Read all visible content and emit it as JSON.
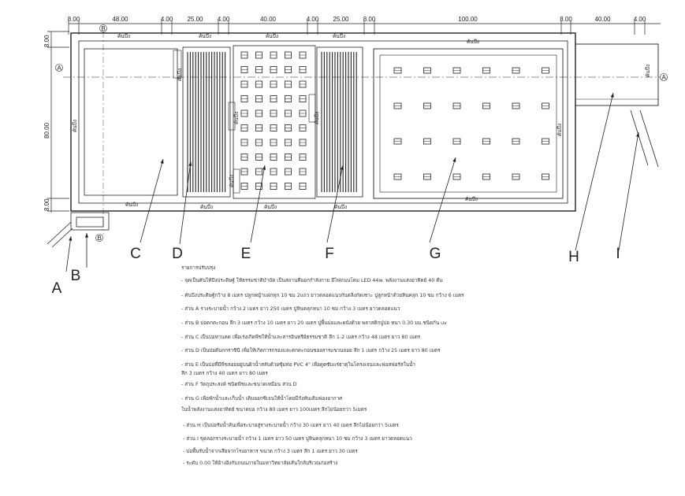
{
  "dimensions": {
    "top": [
      "8.00",
      "48.00",
      "4.00",
      "25.00",
      "4.00",
      "40.00",
      "4.00",
      "25.00",
      "8.00",
      "100.00",
      "8.00",
      "40.00",
      "4.00"
    ],
    "left": [
      "8.00",
      "80.00",
      "8.00"
    ]
  },
  "grid_markers": {
    "a": "A",
    "b": "B"
  },
  "bund_label": "คันบึง",
  "zone_labels": [
    "A",
    "B",
    "C",
    "D",
    "E",
    "F",
    "G",
    "H",
    "I"
  ],
  "notes": {
    "heading": "รายการปรับปรุง",
    "lines": [
      "- จุดเป็นคันให้บึงประดิษฐ์ ให้ธรรมชาติบำบัด เป็นสถานที่ออกกำลังกาย มีไฟถนนโคม LED 44w. พลังงานแสงอาทิตย์ 40 ต้น",
      "- คันบึงประดิษฐ์กว้าง 8 เมตร ปลูกหญ้าแฝกทุก 10 ซม 2แถว ยาวตลอดแนวกันตลิ่งกัดเซาะ ปูลูกหน้าด้วยหินคลุก 10 ซม กว้าง 6 เมตร",
      "- ส่วน A รางระบายน้ำ กว้าง 2 เมตร ยาว 250 เมตร ปูหินคลุกหนา 10 ซม กว้าง 3 เมตร ยาวตลอดแนว",
      "- ส่วน B บ่อตกตะกอน ลึก 3 เมตร กว้าง 10 เมตร ยาว 20 เมตร ปูพื้นบ่อและผนังด้วย พลาสติกปูบ่อ หนา 0.30 มม.ชนิดกัน uv",
      "- ส่วน C เป็นบ่อหานคด เพื่อเร่งเกิดพืชให้น้ำและสารอินทรีย์ธรรมชาติ ลึก 1-2 เมตร กว้าง 48 เมตร ยาว 80 เมตร",
      "- ส่วน D เป็นบ่อต้นกกราชินี เพื่อให้เกิดการกรองและตกตะกอนของสารแขวนลอย ลึก 1 เมตร กว้าง 25 เมตร ยาว 80 เมตร",
      "- ส่วน E เป็นบ่อที่มีพืชลอยอยู่บนผิวน้ำสลับด้วยซุ้มท่อ PVC 4\" เพื่อดูดซับแร่ธาตุในโครงเจนและฟอสฟอรัสในน้ำ",
      "ลึก 3 เมตร กว้าง 40 เมตร ยาว 80 เมตร",
      "- ส่วน F วัตถุประสงค์ ชนิดพืชและขนาดเหมือน ส่วน D",
      "- ส่วน G เพื่อพักน้ำและเก็บน้ำ เติมออกซิเจนให้น้ำโดยมีกังหันเติมฟองอากาศ",
      "ในน้ำพลังงานแสงอาทิตย์ ขนาดบ่อ กว้าง 80 เมตร ยาว 100เมตร ลึกไม่น้อยกว่า 5เมตร",
      "- ส่วน H เป็นบ่อรับน้ำล้นเพื่อระบายสู่รางระบายน้ำ กว้าง 30 เมตร ยาว 40 เมตร ลึกไม่น้อยกว่า 5เมตร",
      "- ส่วน I ขุดลอกรางระบายน้ำ กว้าง 1 เมตร ยาว 50 เมตร ปูหินคลุกหนา 10 ซม กว้าง 3 เมตร ยาวตลอดแนว",
      "- บ่อพื้นรับน้ำจากเสียจากโรงอาหาร ขนาด กว้าง 3 เมตร ลึก 1 เมตร ยาว 30 เมตร",
      "- ระดับ 0.00 ให้อ้างอิงกับถนนภายในมหาวิทยาลัยเส้นใกล้บริเวณก่อสร้าง"
    ]
  }
}
